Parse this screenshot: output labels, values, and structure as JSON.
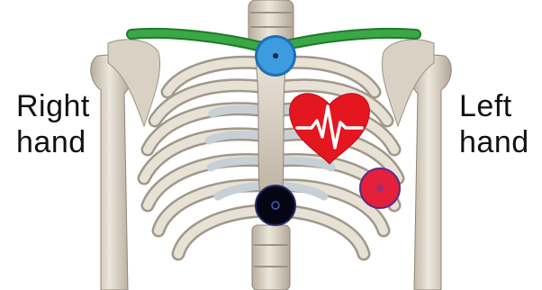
{
  "labels": {
    "right": [
      "Right",
      "hand"
    ],
    "left": [
      "Left",
      "hand"
    ]
  },
  "colors": {
    "background": "#ffffff",
    "bone": "#e3ddd1",
    "bone_shadow": "#a89e8f",
    "cartilage": "#c9d2d6",
    "clavicle_lead": "#2e9a3a",
    "electrode_top": "#3d9be0",
    "electrode_bottom": "#0b0b22",
    "electrode_left": "#e4203b",
    "heart": "#e4161f"
  },
  "icons": [
    "heart-icon",
    "ecg-waveform-icon"
  ]
}
